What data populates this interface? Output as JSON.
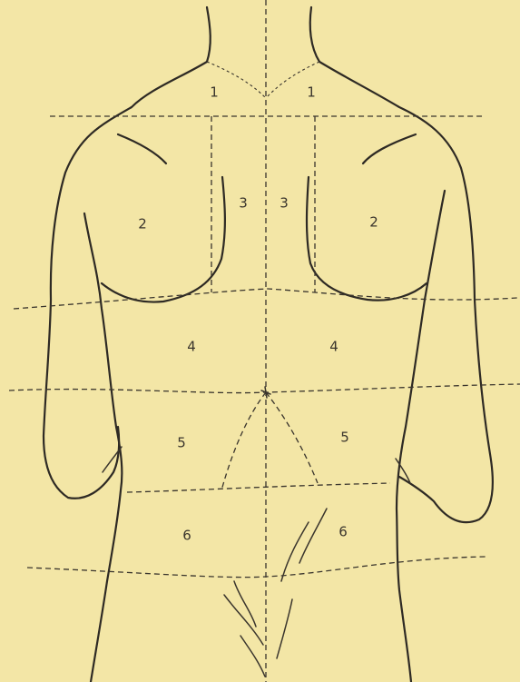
{
  "regions": [
    {
      "id": "1-left",
      "label": "1"
    },
    {
      "id": "1-right",
      "label": "1"
    },
    {
      "id": "2-left",
      "label": "2"
    },
    {
      "id": "2-right",
      "label": "2"
    },
    {
      "id": "3-left",
      "label": "3"
    },
    {
      "id": "3-right",
      "label": "3"
    },
    {
      "id": "4-left",
      "label": "4"
    },
    {
      "id": "4-right",
      "label": "4"
    },
    {
      "id": "5-left",
      "label": "5"
    },
    {
      "id": "5-right",
      "label": "5"
    },
    {
      "id": "6-left",
      "label": "6"
    },
    {
      "id": "6-right",
      "label": "6"
    }
  ]
}
